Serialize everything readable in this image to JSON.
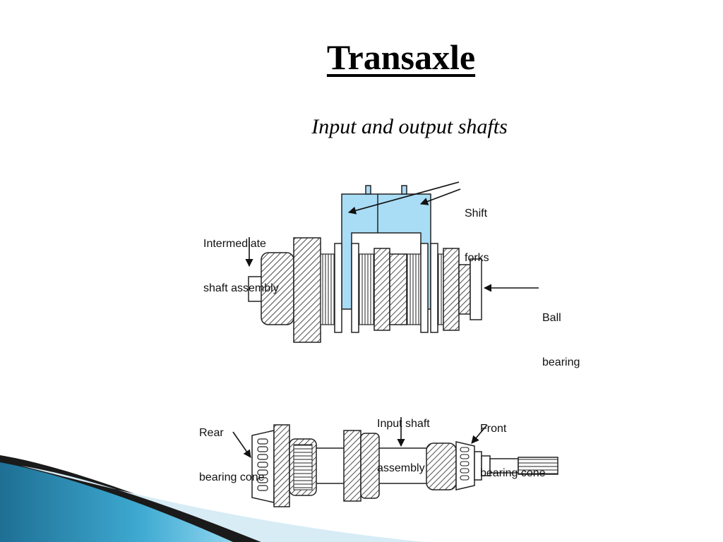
{
  "slide": {
    "title": "Transaxle",
    "subtitle": "Input and output shafts"
  },
  "top_diagram": {
    "labels": {
      "shift_forks": [
        "Shift",
        "forks"
      ],
      "intermediate": [
        "Intermediate",
        "shaft assembly"
      ],
      "ball_bearing": [
        "Ball",
        "bearing"
      ]
    },
    "fork_color": "#a9dcf5"
  },
  "bottom_diagram": {
    "labels": {
      "rear_cone": [
        "Rear",
        "bearing cone"
      ],
      "input_shaft": [
        "Input shaft",
        "assembly"
      ],
      "front_cone": [
        "Front",
        "bearing cone"
      ]
    }
  },
  "theme": {
    "accent_dark": "#1e6f94",
    "accent_light": "#5ec4e4",
    "line": "#222222"
  }
}
